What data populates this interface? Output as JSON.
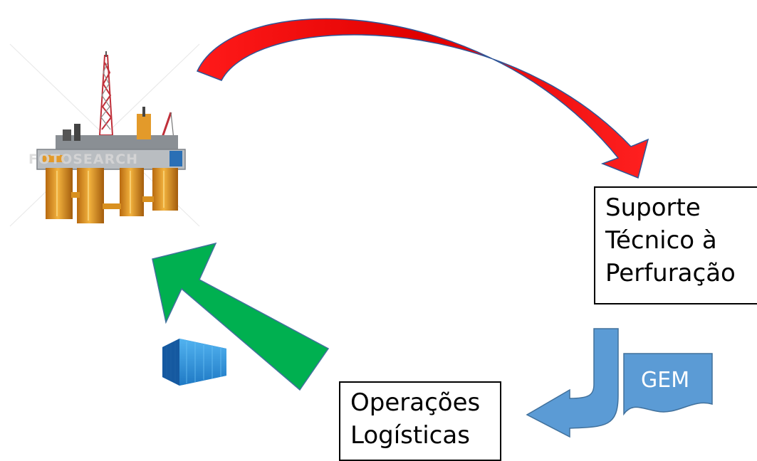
{
  "diagram": {
    "nodes": {
      "suporte": {
        "lines": [
          "Suporte",
          "Técnico à",
          "Perfuração"
        ]
      },
      "operacoes": {
        "lines": [
          "Operações",
          "Logísticas"
        ]
      },
      "gem": {
        "label": "GEM"
      }
    },
    "images": {
      "rig": {
        "name": "offshore-oil-rig",
        "watermark": "FOTOSEARCH"
      },
      "container": {
        "name": "shipping-container"
      }
    },
    "arrows": [
      {
        "name": "red-curved-arrow",
        "from": "offshore-oil-rig",
        "to": "suporte",
        "color": "#e81010"
      },
      {
        "name": "green-arrow",
        "from": "operacoes",
        "to": "offshore-oil-rig",
        "color": "#00b050"
      },
      {
        "name": "blue-j-arrow",
        "from": "gem",
        "to": "operacoes",
        "color": "#5b9bd5"
      }
    ],
    "colors": {
      "red_arrow": "#e81010",
      "green_arrow": "#00b050",
      "blue_shapes": "#5b9bd5",
      "container": "#2f8fd8",
      "rig_orange": "#e39a2a",
      "derrick_red": "#c0303a"
    }
  }
}
